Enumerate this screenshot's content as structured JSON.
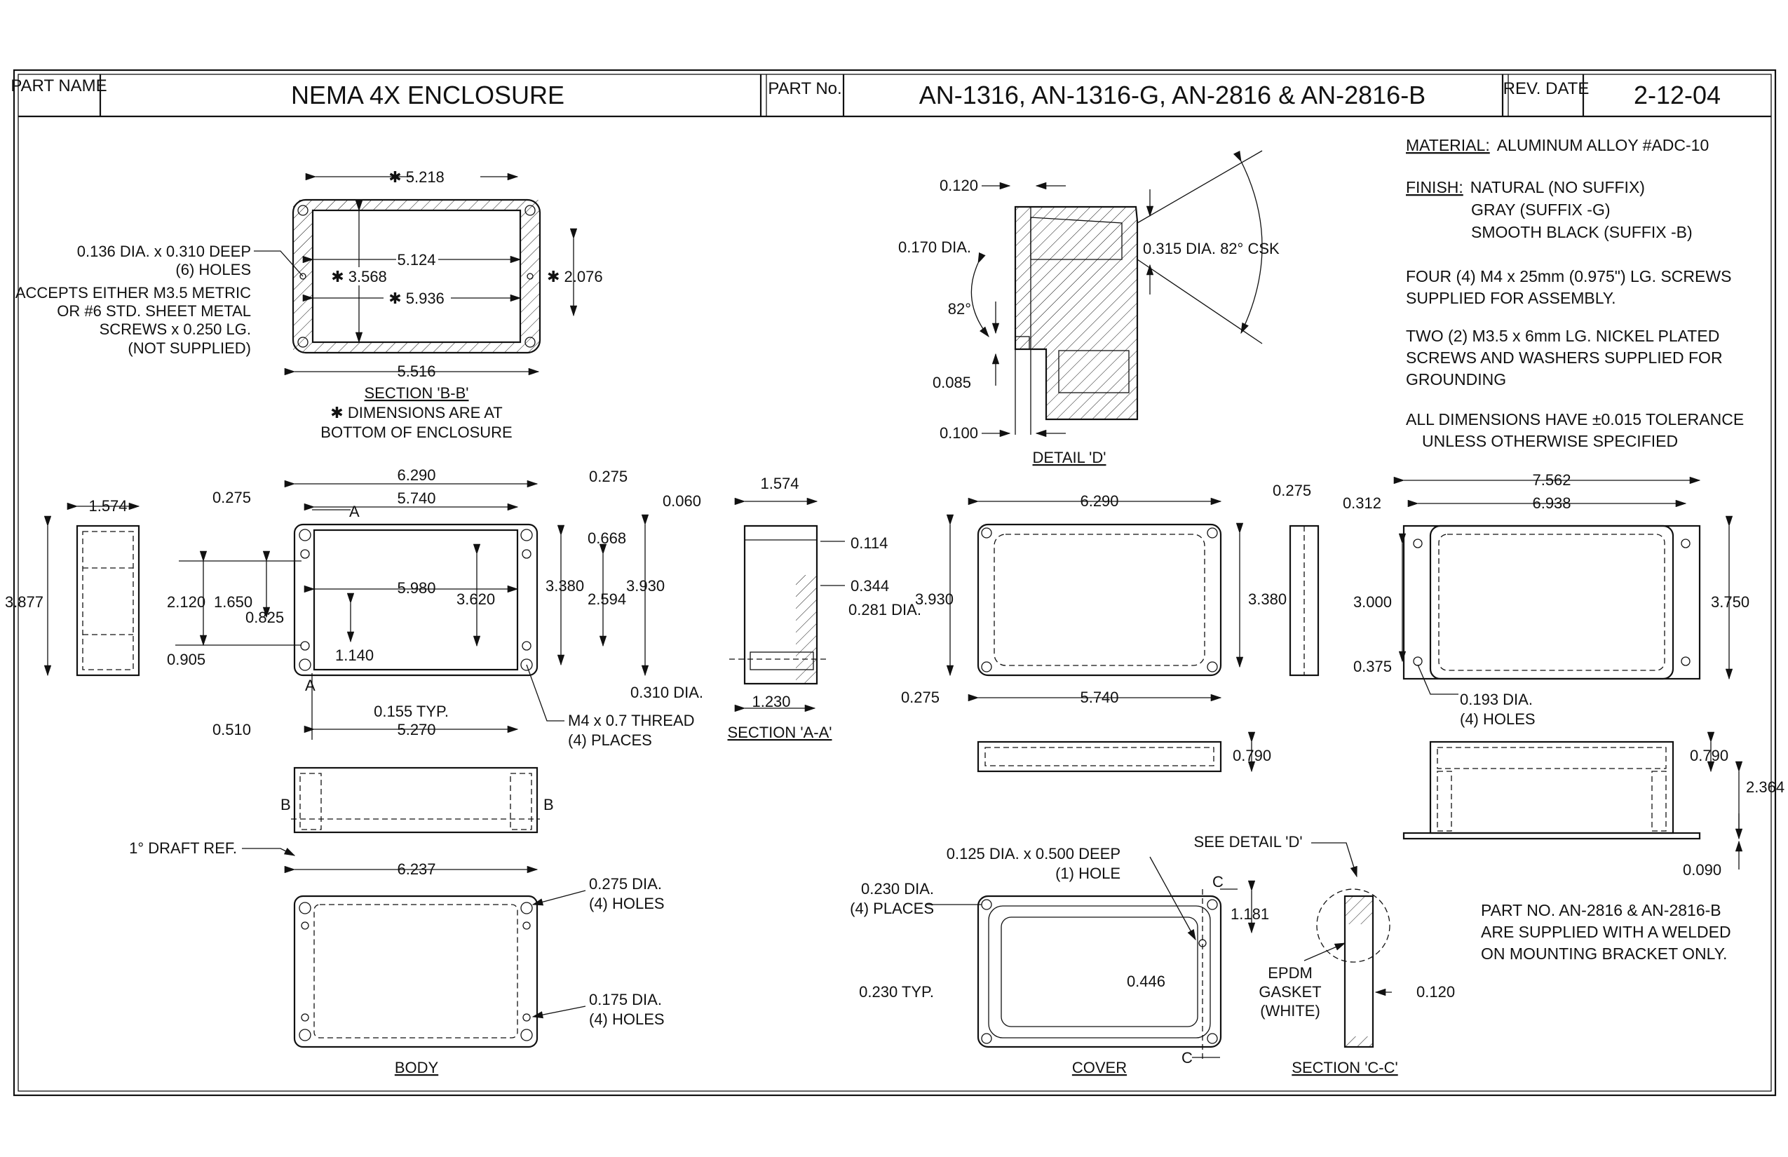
{
  "title_block": {
    "part_name_label": "PART NAME",
    "part_name": "NEMA 4X ENCLOSURE",
    "part_no_label": "PART No.",
    "part_no": "AN-1316, AN-1316-G, AN-2816 & AN-2816-B",
    "rev_date_label": "REV. DATE",
    "rev_date": "2-12-04"
  },
  "notes": {
    "material": "MATERIAL:",
    "material_value": "ALUMINUM ALLOY #ADC-10",
    "finish": "FINISH:",
    "finish_lines": [
      "NATURAL (NO SUFFIX)",
      "GRAY (SUFFIX -G)",
      "SMOOTH BLACK (SUFFIX -B)"
    ],
    "screws": [
      "FOUR (4) M4 x 25mm (0.975\") LG. SCREWS",
      "SUPPLIED FOR ASSEMBLY."
    ],
    "grounding": [
      "TWO (2) M3.5 x 6mm LG. NICKEL PLATED",
      "SCREWS AND WASHERS SUPPLIED FOR",
      "GROUNDING"
    ],
    "tolerance": [
      "ALL DIMENSIONS HAVE ±0.015 TOLERANCE",
      "UNLESS OTHERWISE SPECIFIED"
    ],
    "bracket": [
      "PART NO. AN-2816 & AN-2816-B",
      "ARE SUPPLIED WITH A WELDED",
      "ON MOUNTING BRACKET ONLY."
    ]
  },
  "section_bb": {
    "dims": {
      "top": "✱ 5.218",
      "inner": "5.124",
      "height": "✱ 3.568",
      "side": "✱ 2.076",
      "inner2": "✱ 5.936",
      "bottom": "5.516"
    },
    "callout": [
      "0.136 DIA. x 0.310 DEEP",
      "(6) HOLES",
      "ACCEPTS EITHER M3.5 METRIC",
      "OR #6 STD. SHEET METAL",
      "SCREWS x 0.250 LG.",
      "(NOT SUPPLIED)"
    ],
    "title": "SECTION 'B-B'",
    "caption": [
      "✱ DIMENSIONS ARE AT",
      "BOTTOM OF ENCLOSURE"
    ]
  },
  "detail_d": {
    "dims": {
      "d1": "0.120",
      "d2": "0.170 DIA.",
      "d3": "82°",
      "d4": "0.085",
      "d5": "0.100",
      "csk": "0.315 DIA. 82° CSK"
    },
    "title": "DETAIL 'D'"
  },
  "body_views": {
    "side_width": "1.574",
    "side_height": "3.877",
    "dims": {
      "w1": "6.290",
      "w2": "5.740",
      "w3": "5.980",
      "w4": "5.270",
      "off1": "0.275",
      "r1": "0.275",
      "r2": "0.668",
      "h1": "3.380",
      "h2": "2.594",
      "h3": "3.930",
      "h4": "3.620",
      "l1": "2.120",
      "l2": "1.650",
      "l3": "0.825",
      "l4": "0.905",
      "l5": "1.140",
      "b1": "0.510",
      "b2": "0.155 TYP.",
      "marker_a": "A"
    },
    "thread": [
      "M4 x 0.7 THREAD",
      "(4) PLACES"
    ],
    "draft": "1° DRAFT REF.",
    "draft_width": "6.237",
    "marker_b": "B",
    "holes1": [
      "0.275 DIA.",
      "(4) HOLES"
    ],
    "holes2": [
      "0.175 DIA.",
      "(4) HOLES"
    ],
    "title": "BODY"
  },
  "section_aa": {
    "dims": {
      "d1": "0.060",
      "d2": "1.574",
      "d3": "0.114",
      "d4": "0.344",
      "d5": "0.281 DIA.",
      "d6": "0.310 DIA.",
      "d7": "1.230"
    },
    "title": "SECTION 'A-A'"
  },
  "cover_views": {
    "dims": {
      "w1": "6.290",
      "r1": "0.275",
      "h1": "3.930",
      "h2": "3.380",
      "l1": "0.275",
      "w2": "5.740",
      "t1": "0.790"
    },
    "hole_callout": [
      "0.125 DIA. x 0.500 DEEP",
      "(1) HOLE"
    ],
    "places": [
      "0.230 DIA.",
      "(4) PLACES"
    ],
    "typ": "0.230 TYP.",
    "h3": "1.181",
    "h4": "0.446",
    "marker_c": "C",
    "title": "COVER"
  },
  "section_cc": {
    "see_detail": "SEE DETAIL 'D'",
    "gasket": [
      "EPDM",
      "GASKET",
      "(WHITE)"
    ],
    "thk": "0.120",
    "title": "SECTION 'C-C'"
  },
  "bracket_views": {
    "dims": {
      "w1": "7.562",
      "w2": "6.938",
      "off": "0.312",
      "h1": "3.000",
      "h2": "3.750",
      "h3": "0.375",
      "t1": "0.790",
      "t2": "2.364",
      "t3": "0.090"
    },
    "holes": [
      "0.193 DIA.",
      "(4) HOLES"
    ]
  }
}
